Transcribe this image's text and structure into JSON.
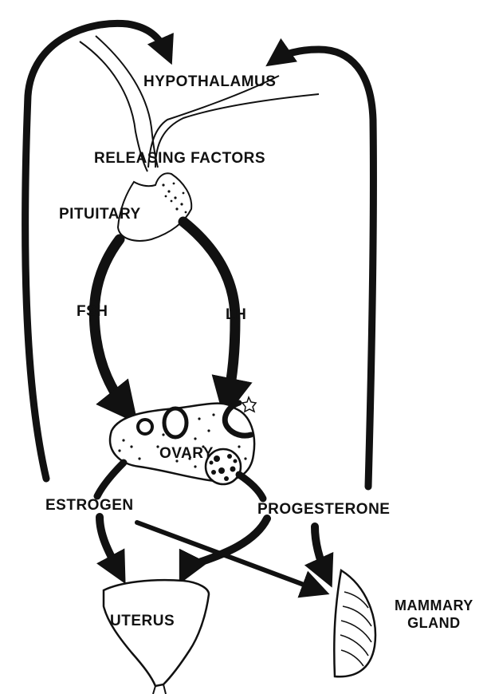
{
  "labels": {
    "hypothalamus": "HYPOTHALAMUS",
    "releasing_factors": "RELEASING FACTORS",
    "pituitary": "PITUITARY",
    "fsh": "FSH",
    "lh": "LH",
    "ovary": "OVARY",
    "estrogen": "ESTROGEN",
    "progesterone": "PROGESTERONE",
    "uterus": "UTERUS",
    "mammary_gland": [
      "MAMMARY",
      "GLAND"
    ]
  },
  "colors": {
    "ink": "#111111",
    "background": "#ffffff"
  }
}
